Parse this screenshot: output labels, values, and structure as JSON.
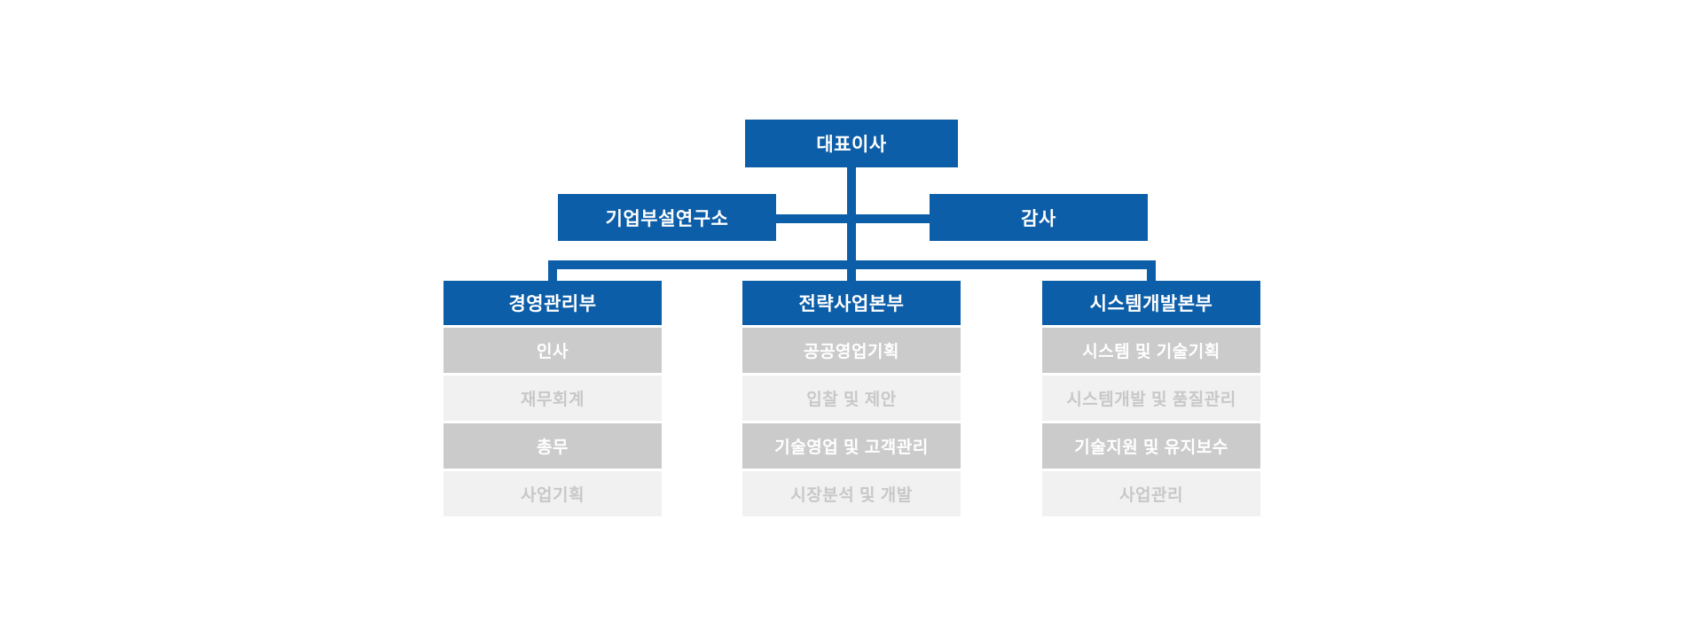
{
  "org_chart": {
    "root": {
      "label": "대표이사"
    },
    "level2": [
      {
        "label": "기업부설연구소"
      },
      {
        "label": "감사"
      }
    ],
    "departments": [
      {
        "label": "경영관리부",
        "items": [
          {
            "label": "인사",
            "emphasis": true
          },
          {
            "label": "재무회계",
            "emphasis": false
          },
          {
            "label": "총무",
            "emphasis": true
          },
          {
            "label": "사업기획",
            "emphasis": false
          }
        ]
      },
      {
        "label": "전략사업본부",
        "items": [
          {
            "label": "공공영업기획",
            "emphasis": true
          },
          {
            "label": "입찰 및 제안",
            "emphasis": false
          },
          {
            "label": "기술영업 및 고객관리",
            "emphasis": true
          },
          {
            "label": "시장분석 및 개발",
            "emphasis": false
          }
        ]
      },
      {
        "label": "시스템개발본부",
        "items": [
          {
            "label": "시스템 및 기술기획",
            "emphasis": true
          },
          {
            "label": "시스템개발 및 품질관리",
            "emphasis": false
          },
          {
            "label": "기술지원 및 유지보수",
            "emphasis": true
          },
          {
            "label": "사업관리",
            "emphasis": false
          }
        ]
      }
    ],
    "colors": {
      "primary_blue": "#0d5ea8",
      "row_dark": "#cbcbcb",
      "row_light": "#f1f1f1",
      "row_light_text": "#c8c8c8",
      "box_text": "#ffffff",
      "background": "#ffffff"
    }
  }
}
